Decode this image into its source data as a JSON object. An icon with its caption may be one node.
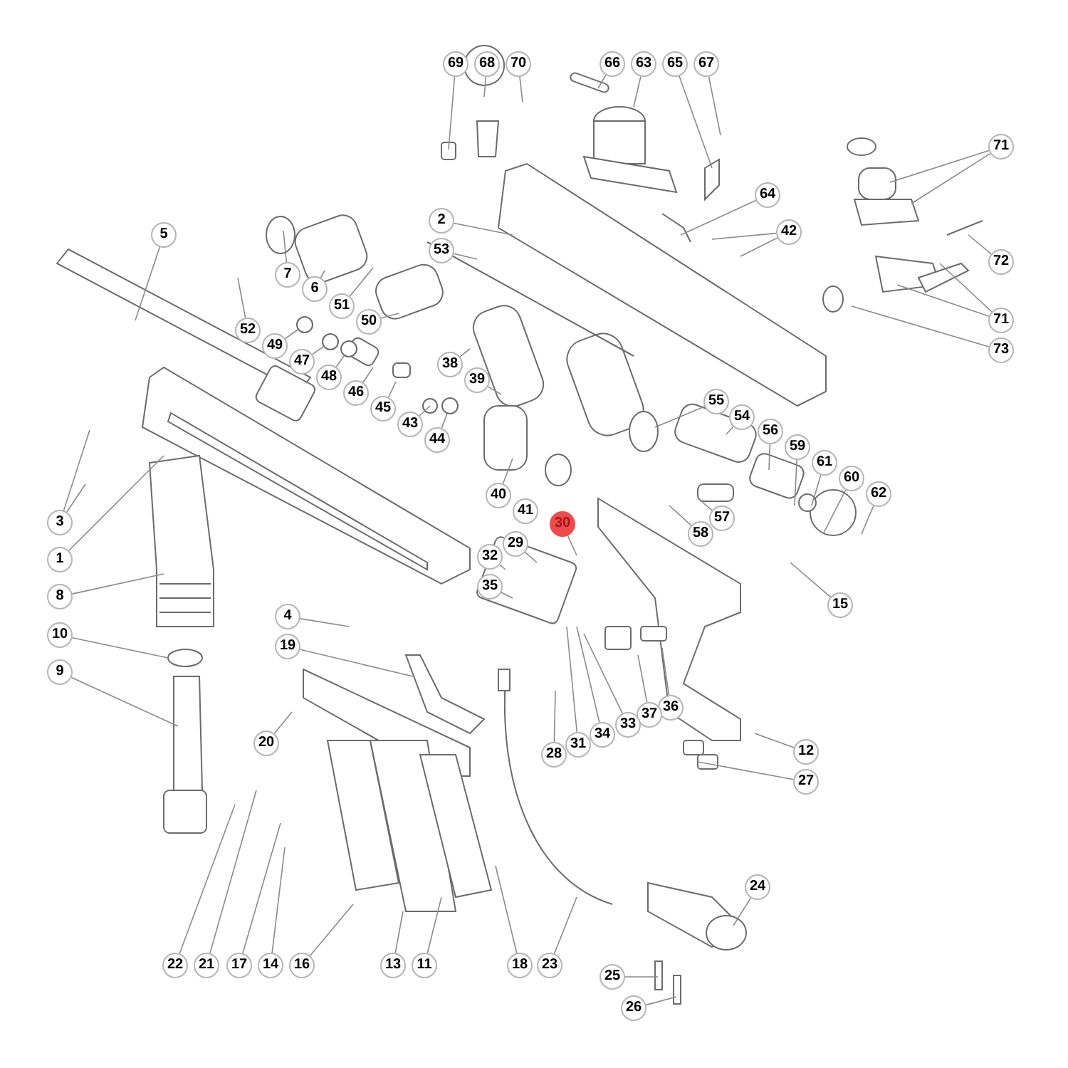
{
  "diagram": {
    "nodes": [
      {
        "text": [
          "69"
        ]
      },
      {
        "text": [
          "68"
        ]
      },
      {
        "text": [
          "70"
        ]
      },
      {
        "text": [
          "66"
        ]
      },
      {
        "text": [
          "63"
        ]
      },
      {
        "text": [
          "65"
        ]
      },
      {
        "text": [
          "67"
        ]
      },
      {
        "text": [
          "71"
        ]
      },
      {
        "text": [
          "64"
        ]
      },
      {
        "text": [
          "42"
        ]
      },
      {
        "text": [
          "2"
        ]
      },
      {
        "text": [
          "5"
        ]
      },
      {
        "text": [
          "7"
        ]
      },
      {
        "text": [
          "72"
        ]
      },
      {
        "text": [
          "53"
        ]
      },
      {
        "text": [
          "6"
        ]
      },
      {
        "text": [
          "51"
        ]
      },
      {
        "text": [
          "52"
        ]
      },
      {
        "text": [
          "50"
        ]
      },
      {
        "text": [
          "49"
        ]
      },
      {
        "text": [
          "71"
        ]
      },
      {
        "text": [
          "73"
        ]
      },
      {
        "text": [
          "47"
        ]
      },
      {
        "text": [
          "48"
        ]
      },
      {
        "text": [
          "38"
        ]
      },
      {
        "text": [
          "46"
        ]
      },
      {
        "text": [
          "39"
        ]
      },
      {
        "text": [
          "45"
        ]
      },
      {
        "text": [
          "43"
        ]
      },
      {
        "text": [
          "44"
        ]
      },
      {
        "text": [
          "55"
        ]
      },
      {
        "text": [
          "54"
        ]
      },
      {
        "text": [
          "56"
        ]
      },
      {
        "text": [
          "40"
        ]
      },
      {
        "text": [
          "3"
        ]
      },
      {
        "text": [
          "59"
        ]
      },
      {
        "text": [
          "61"
        ]
      },
      {
        "text": [
          "60"
        ]
      },
      {
        "text": [
          "41"
        ]
      },
      {
        "text": [
          "62"
        ]
      },
      {
        "text": [
          "57"
        ]
      },
      {
        "text": [
          "30"
        ]
      },
      {
        "text": [
          "29"
        ]
      },
      {
        "text": [
          "58"
        ]
      },
      {
        "text": [
          "32"
        ]
      },
      {
        "text": [
          "15"
        ]
      },
      {
        "text": [
          "35"
        ]
      },
      {
        "text": [
          "1"
        ]
      },
      {
        "text": [
          "8"
        ]
      },
      {
        "text": [
          "4"
        ]
      },
      {
        "text": [
          "10"
        ]
      },
      {
        "text": [
          "19"
        ]
      },
      {
        "text": [
          "9"
        ]
      },
      {
        "text": [
          "20"
        ]
      },
      {
        "text": [
          "36"
        ]
      },
      {
        "text": [
          "37"
        ]
      },
      {
        "text": [
          "33"
        ]
      },
      {
        "text": [
          "34"
        ]
      },
      {
        "text": [
          "31"
        ]
      },
      {
        "text": [
          "28"
        ]
      },
      {
        "text": [
          "12"
        ]
      },
      {
        "text": [
          "27"
        ]
      },
      {
        "text": [
          "24"
        ]
      },
      {
        "text": [
          "18"
        ]
      },
      {
        "text": [
          "23"
        ]
      },
      {
        "text": [
          "22"
        ]
      },
      {
        "text": [
          "21"
        ]
      },
      {
        "text": [
          "17"
        ]
      },
      {
        "text": [
          "14"
        ]
      },
      {
        "text": [
          "16"
        ]
      },
      {
        "text": [
          "13"
        ]
      },
      {
        "text": [
          "11"
        ]
      },
      {
        "text": [
          "25"
        ]
      },
      {
        "text": [
          "26"
        ]
      },
      {
        "text": [],
        "shape": "circle"
      },
      {
        "text": [],
        "shape": "circle"
      },
      {
        "text": [],
        "shape": "circle"
      },
      {
        "text": [],
        "shape": "circle"
      }
    ],
    "edges": [
      {
        "from": 0,
        "to": null,
        "arrow": "none"
      },
      {
        "from": 1,
        "to": null,
        "arrow": "none"
      },
      {
        "from": 2,
        "to": null,
        "arrow": "none"
      },
      {
        "from": 3,
        "to": null,
        "arrow": "none"
      },
      {
        "from": 4,
        "to": null,
        "arrow": "none"
      },
      {
        "from": 5,
        "to": null,
        "arrow": "none"
      },
      {
        "from": 6,
        "to": null,
        "arrow": "none"
      },
      {
        "from": 7,
        "to": null,
        "arrow": "none"
      },
      {
        "from": 7,
        "to": null,
        "arrow": "none"
      },
      {
        "from": 8,
        "to": null,
        "arrow": "none"
      },
      {
        "from": 9,
        "to": null,
        "arrow": "none"
      },
      {
        "from": 9,
        "to": null,
        "arrow": "none"
      },
      {
        "from": 10,
        "to": null,
        "arrow": "none"
      },
      {
        "from": 11,
        "to": null,
        "arrow": "none"
      },
      {
        "from": 12,
        "to": null,
        "arrow": "none"
      },
      {
        "from": 13,
        "to": null,
        "arrow": "none"
      },
      {
        "from": 14,
        "to": null,
        "arrow": "none"
      },
      {
        "from": 15,
        "to": null,
        "arrow": "none"
      },
      {
        "from": 16,
        "to": null,
        "arrow": "none"
      },
      {
        "from": 17,
        "to": null,
        "arrow": "none"
      },
      {
        "from": 18,
        "to": null,
        "arrow": "none"
      },
      {
        "from": 19,
        "to": 77,
        "arrow": "none"
      },
      {
        "from": 20,
        "to": null,
        "arrow": "none"
      },
      {
        "from": 20,
        "to": null,
        "arrow": "none"
      },
      {
        "from": 21,
        "to": null,
        "arrow": "none"
      },
      {
        "from": 22,
        "to": 76,
        "arrow": "none"
      },
      {
        "from": 23,
        "to": 74,
        "arrow": "none"
      },
      {
        "from": 24,
        "to": null,
        "arrow": "none"
      },
      {
        "from": 25,
        "to": null,
        "arrow": "none"
      },
      {
        "from": 26,
        "to": null,
        "arrow": "none"
      },
      {
        "from": 27,
        "to": null,
        "arrow": "none"
      },
      {
        "from": 28,
        "to": null,
        "arrow": "none"
      },
      {
        "from": 29,
        "to": 75,
        "arrow": "none"
      },
      {
        "from": 30,
        "to": null,
        "arrow": "none"
      },
      {
        "from": 31,
        "to": null,
        "arrow": "none"
      },
      {
        "from": 32,
        "to": null,
        "arrow": "none"
      },
      {
        "from": 33,
        "to": null,
        "arrow": "none"
      },
      {
        "from": 34,
        "to": null,
        "arrow": "none"
      },
      {
        "from": 34,
        "to": null,
        "arrow": "none"
      },
      {
        "from": 35,
        "to": null,
        "arrow": "none"
      },
      {
        "from": 36,
        "to": null,
        "arrow": "none"
      },
      {
        "from": 37,
        "to": null,
        "arrow": "none"
      },
      {
        "from": 39,
        "to": null,
        "arrow": "none"
      },
      {
        "from": 40,
        "to": null,
        "arrow": "none"
      },
      {
        "from": 41,
        "to": null,
        "arrow": "none"
      },
      {
        "from": 42,
        "to": null,
        "arrow": "none"
      },
      {
        "from": 43,
        "to": null,
        "arrow": "none"
      },
      {
        "from": 44,
        "to": null,
        "arrow": "none"
      },
      {
        "from": 45,
        "to": null,
        "arrow": "none"
      },
      {
        "from": 46,
        "to": null,
        "arrow": "none"
      },
      {
        "from": 47,
        "to": null,
        "arrow": "none"
      },
      {
        "from": 48,
        "to": null,
        "arrow": "none"
      },
      {
        "from": 49,
        "to": null,
        "arrow": "none"
      },
      {
        "from": 50,
        "to": null,
        "arrow": "none"
      },
      {
        "from": 51,
        "to": null,
        "arrow": "none"
      },
      {
        "from": 52,
        "to": null,
        "arrow": "none"
      },
      {
        "from": 53,
        "to": null,
        "arrow": "none"
      },
      {
        "from": 54,
        "to": null,
        "arrow": "none"
      },
      {
        "from": 55,
        "to": null,
        "arrow": "none"
      },
      {
        "from": 56,
        "to": null,
        "arrow": "none"
      },
      {
        "from": 57,
        "to": null,
        "arrow": "none"
      },
      {
        "from": 58,
        "to": null,
        "arrow": "none"
      },
      {
        "from": 59,
        "to": null,
        "arrow": "none"
      },
      {
        "from": 60,
        "to": null,
        "arrow": "none"
      },
      {
        "from": 61,
        "to": null,
        "arrow": "none"
      },
      {
        "from": 62,
        "to": null,
        "arrow": "none"
      },
      {
        "from": 63,
        "to": null,
        "arrow": "none"
      },
      {
        "from": 64,
        "to": null,
        "arrow": "none"
      },
      {
        "from": 65,
        "to": null,
        "arrow": "none"
      },
      {
        "from": 66,
        "to": null,
        "arrow": "none"
      },
      {
        "from": 67,
        "to": null,
        "arrow": "none"
      },
      {
        "from": 68,
        "to": null,
        "arrow": "none"
      },
      {
        "from": 69,
        "to": null,
        "arrow": "none"
      },
      {
        "from": 70,
        "to": null,
        "arrow": "none"
      },
      {
        "from": 71,
        "to": null,
        "arrow": "none"
      },
      {
        "from": 72,
        "to": null,
        "arrow": "none"
      },
      {
        "from": 73,
        "to": null,
        "arrow": "none"
      }
    ]
  }
}
